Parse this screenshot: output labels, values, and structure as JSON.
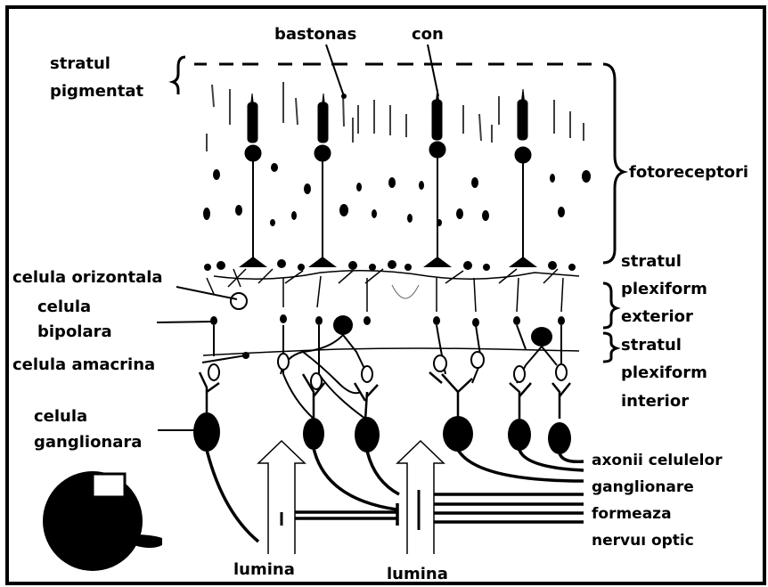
{
  "labels": {
    "bastonas": "bastonas",
    "con": "con",
    "stratul_pigmentat_1": "stratul",
    "stratul_pigmentat_2": "pigmentat",
    "fotoreceptori": "fotoreceptori",
    "stratul_pe_1": "stratul",
    "stratul_pe_2": "plexiform",
    "stratul_pe_3": "exterior",
    "stratul_pi_1": "stratul",
    "stratul_pi_2": "plexiform",
    "stratul_pi_3": "interior",
    "celula_orizontala": "celula orizontala",
    "celula_bipolara_1": "celula",
    "celula_bipolara_2": "bipolara",
    "celula_amacrina": "celula amacrina",
    "celula_ganglionara_1": "celula",
    "celula_ganglionara_2": "ganglionara",
    "axonii_1": "axonii celulelor",
    "axonii_2": "ganglionare",
    "axonii_3": "formeaza",
    "axonii_4": "nervuı optic",
    "lumina_left": "lumina",
    "lumina_right": "lumina"
  },
  "colors": {
    "ink": "#000000",
    "paper": "#ffffff"
  },
  "icons": {
    "eye": "eyeball-icon"
  }
}
